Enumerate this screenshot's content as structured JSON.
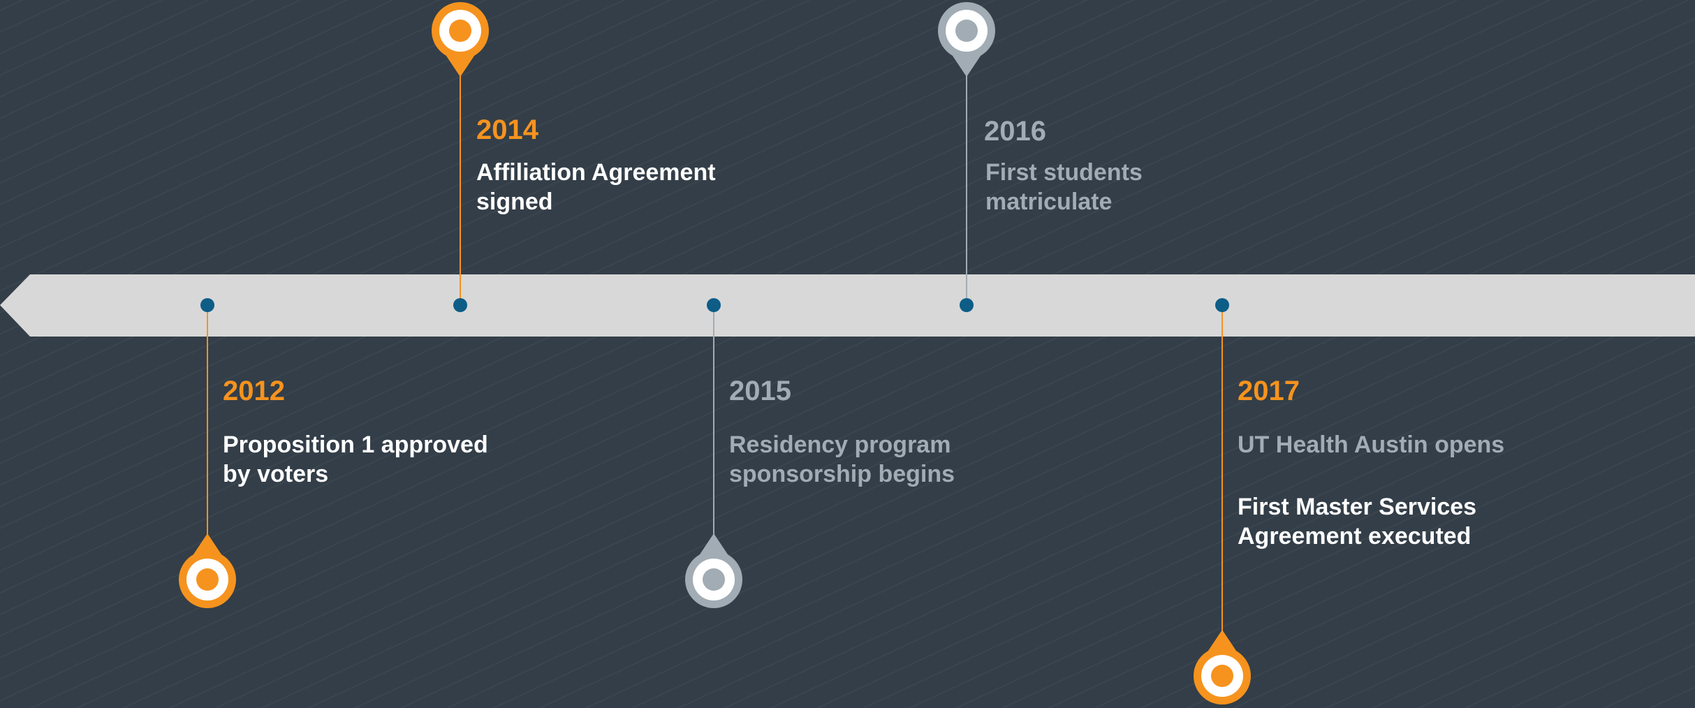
{
  "colors": {
    "background": "#333e48",
    "bar": "#d8d8d8",
    "dot": "#0d5d87",
    "orange": "#f6931e",
    "gray": "#a1acb4",
    "white": "#ffffff"
  },
  "events": [
    {
      "year": "2012",
      "description": "Proposition 1 approved\nby voters",
      "side": "below",
      "accent": "orange",
      "text_tone": "white",
      "pin_icon": "map-pin-icon"
    },
    {
      "year": "2014",
      "description": "Affiliation Agreement\nsigned",
      "side": "above",
      "accent": "orange",
      "text_tone": "white",
      "pin_icon": "map-pin-icon"
    },
    {
      "year": "2015",
      "description": "Residency program\nsponsorship begins",
      "side": "below",
      "accent": "gray",
      "text_tone": "gray",
      "pin_icon": "map-pin-icon"
    },
    {
      "year": "2016",
      "description": "First students\nmatriculate",
      "side": "above",
      "accent": "gray",
      "text_tone": "gray",
      "pin_icon": "map-pin-icon"
    },
    {
      "year": "2017",
      "description": "UT Health Austin opens",
      "description2": "First Master Services\nAgreement executed",
      "side": "below",
      "accent": "orange",
      "text_tone": "gray",
      "text_tone2": "white",
      "pin_icon": "map-pin-icon"
    }
  ]
}
